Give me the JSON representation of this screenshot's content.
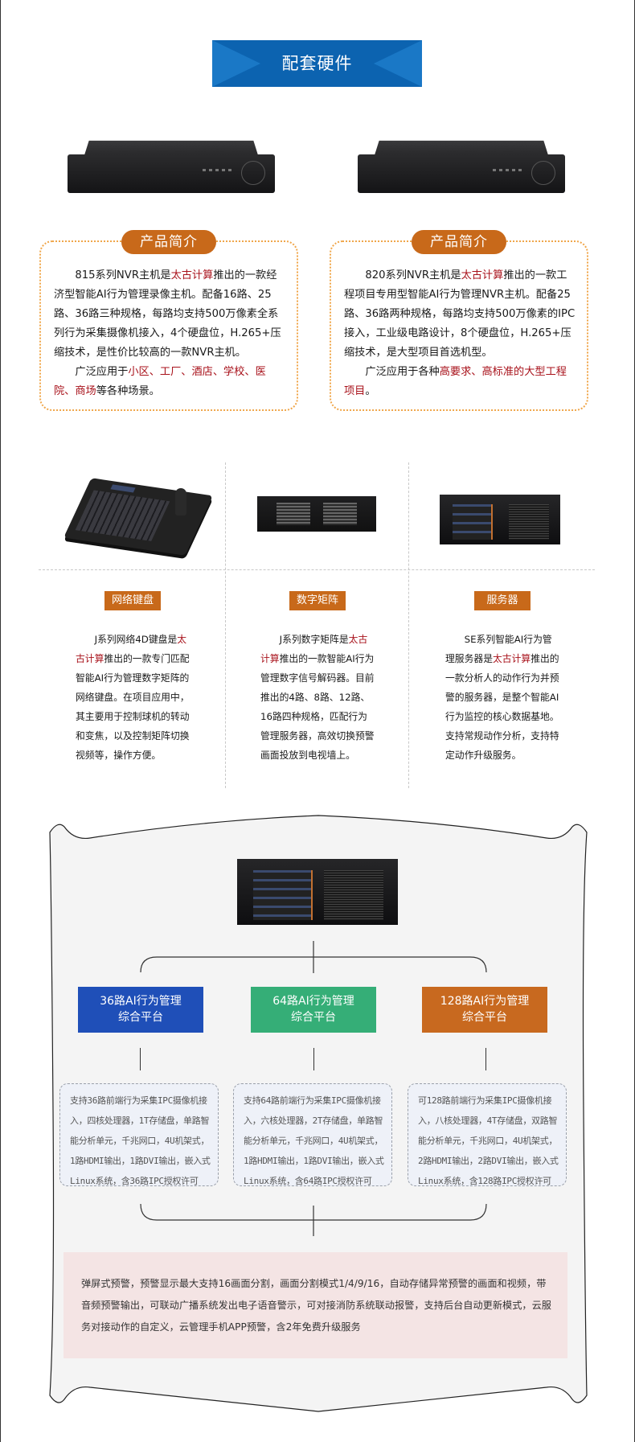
{
  "header": {
    "title": "配套硬件",
    "color": "#0c63b0"
  },
  "nvr_products": [
    {
      "device_icon": "nvr-recorder-image",
      "badge": "产品简介",
      "paragraphs": [
        [
          {
            "t": "815系列NVR主机是"
          },
          {
            "t": "太古计算",
            "hl": true
          },
          {
            "t": "推出的一款经济型智能AI行为管理录像主机。配备16路、25路、36路三种规格，每路均支持500万像素全系列行为采集摄像机接入，4个硬盘位，H.265+压缩技术，是性价比较高的一款NVR主机。"
          }
        ],
        [
          {
            "t": "广泛应用于"
          },
          {
            "t": "小区、工厂、酒店、学校、医院、商场",
            "hl": true
          },
          {
            "t": "等各种场景。"
          }
        ]
      ]
    },
    {
      "device_icon": "nvr-recorder-image",
      "badge": "产品简介",
      "paragraphs": [
        [
          {
            "t": "820系列NVR主机是"
          },
          {
            "t": "太古计算",
            "hl": true
          },
          {
            "t": "推出的一款工程项目专用型智能AI行为管理NVR主机。配备25路、36路两种规格，每路均支持500万像素的IPC接入，工业级电路设计，8个硬盘位，H.265+压缩技术，是大型项目首选机型。"
          }
        ],
        [
          {
            "t": "广泛应用于各种"
          },
          {
            "t": "高要求、高标准的大型工程项目",
            "hl": true
          },
          {
            "t": "。"
          }
        ]
      ]
    }
  ],
  "accessories": [
    {
      "tag": "网络键盘",
      "device_icon": "network-keyboard-image",
      "desc": [
        {
          "t": "J系列网络4D键盘是"
        },
        {
          "t": "太古计算",
          "hl": true
        },
        {
          "t": "推出的一款专门匹配智能AI行为管理数字矩阵的网络键盘。在项目应用中，其主要用于控制球机的转动和变焦，以及控制矩阵切换视频等，操作方便。"
        }
      ]
    },
    {
      "tag": "数字矩阵",
      "device_icon": "digital-matrix-image",
      "desc": [
        {
          "t": "J系列数字矩阵是"
        },
        {
          "t": "太古计算",
          "hl": true
        },
        {
          "t": "推出的一款智能AI行为管理数字信号解码器。目前推出的4路、8路、12路、16路四种规格，匹配行为管理服务器，高效切换预警画面投放到电视墙上。"
        }
      ]
    },
    {
      "tag": "服务器",
      "device_icon": "server-image",
      "desc": [
        {
          "t": "SE系列智能AI行为管理服务器是"
        },
        {
          "t": "太古计算",
          "hl": true
        },
        {
          "t": "推出的一款分析人的动作行为并预警的服务器，是整个智能AI行为监控的核心数据基地。支持常规动作分析，支持特定动作升级服务。"
        }
      ]
    }
  ],
  "platforms": [
    {
      "title_line1": "36路AI行为管理",
      "title_line2": "综合平台",
      "color": "#1f4fb8",
      "spec": "支持36路前端行为采集IPC摄像机接入，四核处理器，1T存储盘，单路智能分析单元，千兆网口，4U机架式，1路HDMI输出，1路DVI输出，嵌入式Linux系统，含36路IPC授权许可"
    },
    {
      "title_line1": "64路AI行为管理",
      "title_line2": "综合平台",
      "color": "#35ae77",
      "spec": "支持64路前端行为采集IPC摄像机接入，六核处理器，2T存储盘，单路智能分析单元，千兆网口，4U机架式，1路HDMI输出，1路DVI输出，嵌入式Linux系统，含64路IPC授权许可"
    },
    {
      "title_line1": "128路AI行为管理",
      "title_line2": "综合平台",
      "color": "#c8691f",
      "spec": "可128路前端行为采集IPC摄像机接入，八核处理器，4T存储盘，双路智能分析单元，千兆网口，4U机架式，2路HDMI输出，2路DVI输出，嵌入式Linux系统，含128路IPC授权许可"
    }
  ],
  "features": "弹屏式预警，预警显示最大支持16画面分割，画面分割模式1/4/9/16，自动存储异常预警的画面和视频，带音频预警输出，可联动广播系统发出电子语音警示，可对接消防系统联动报警，支持后台自动更新模式，云服务对接动作的自定义，云管理手机APP预警，含2年免费升级服务",
  "colors": {
    "accent_orange": "#c8691a",
    "highlight_red": "#a8121b",
    "card_border": "#f0a64a",
    "feature_bg": "#f4e4e4"
  }
}
